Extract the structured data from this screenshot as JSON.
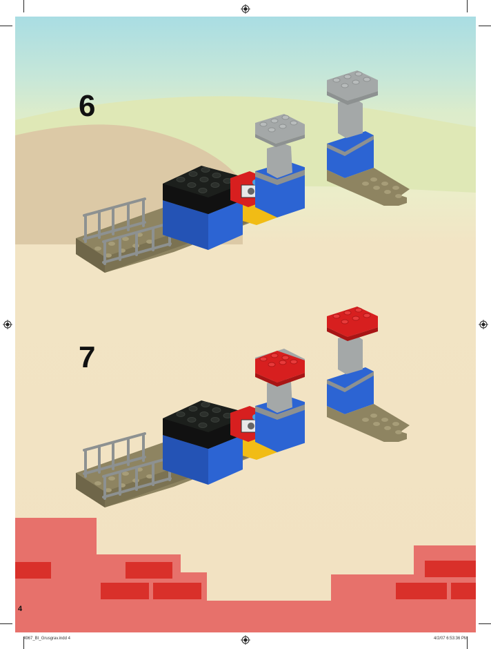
{
  "steps": [
    {
      "number": "6"
    },
    {
      "number": "7"
    }
  ],
  "page_number": "4",
  "footer": {
    "file": "4967_BI_Grusgrav.indd   4",
    "timestamp": "4/2/07   6:53:36 PM"
  },
  "colors": {
    "sky": "#a9dde3",
    "hill_green": "#dfe8b8",
    "hill_sand": "#dcc9a6",
    "ground": "#f2e2c2",
    "wall": "#e7716b",
    "brick": "#d9302a",
    "brick_black": "#1c1f1c",
    "brick_blue": "#2c64d3",
    "brick_red": "#d71f1f",
    "brick_yellow": "#f1bc15",
    "brick_gray": "#a4a8a8",
    "brick_tan": "#8e8461"
  }
}
